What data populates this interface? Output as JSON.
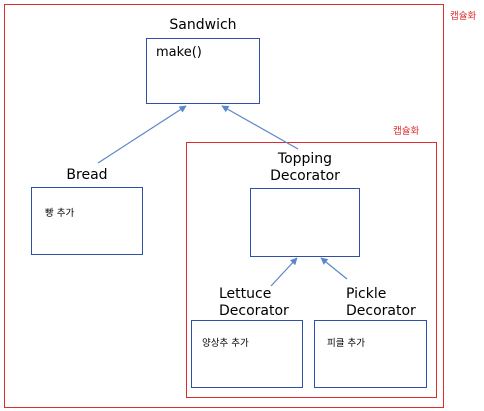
{
  "outer_note": "캡슐화",
  "inner_note": "캡슐화",
  "sandwich": {
    "name": "Sandwich",
    "method": "make()"
  },
  "bread": {
    "name": "Bread",
    "body": "빵 추가"
  },
  "topping": {
    "name_line1": "Topping",
    "name_line2": "Decorator"
  },
  "lettuce": {
    "name_line1": "Lettuce",
    "name_line2": "Decorator",
    "body": "양상추 추가"
  },
  "pickle": {
    "name_line1": "Pickle",
    "name_line2": "Decorator",
    "body": "피클 추가"
  },
  "colors": {
    "frame": "#e02b2b",
    "box": "#2f4fa8",
    "arrow": "#5b86c8"
  }
}
